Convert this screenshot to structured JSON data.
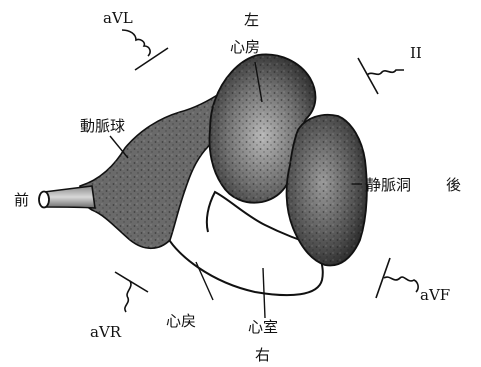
{
  "labels": {
    "left": "左",
    "right": "右",
    "front": "前",
    "back": "後",
    "atrium": "心房",
    "bulbus": "動脈球",
    "sinus": "静脈洞",
    "ventricle": "心室",
    "av_canal": "心戻"
  },
  "leads": {
    "aVL": "aVL",
    "II": "II",
    "aVR": "aVR",
    "aVF": "aVF"
  },
  "colors": {
    "ink": "#111111",
    "tissue_dark": "#3a3a3a",
    "tissue_mid": "#7a7a7a",
    "tissue_light": "#b5b5b5"
  }
}
